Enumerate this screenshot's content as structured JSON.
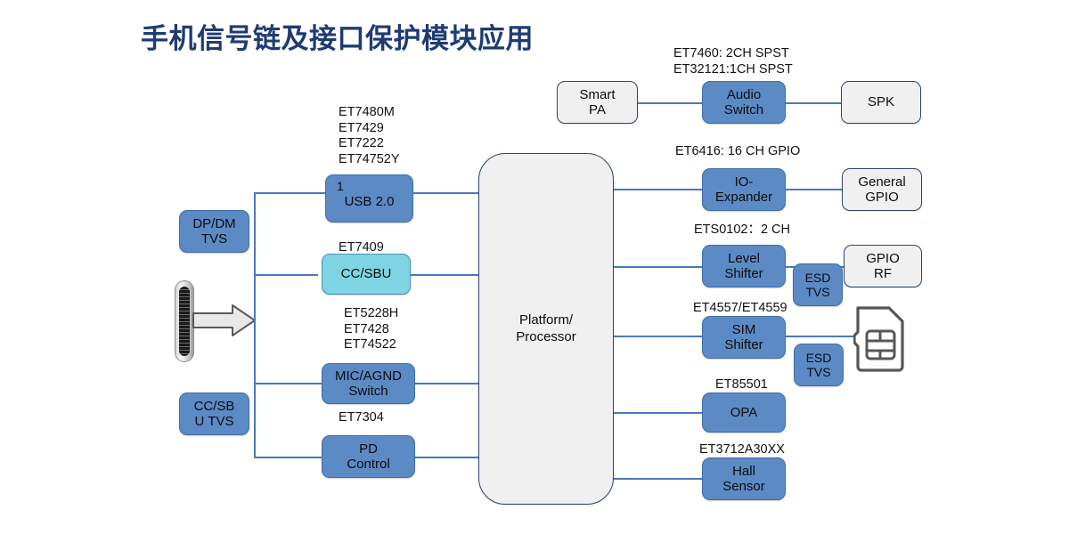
{
  "page": {
    "title": "手机信号链及接口保护模块应用",
    "title_color": "#1f3b73",
    "background": "#ffffff"
  },
  "palette": {
    "blue_fill": "#5b8ac5",
    "blue_border": "#3f6ea8",
    "cyan_fill": "#7ed4e3",
    "grey_fill": "#f0f0f0",
    "grey_border": "#2e4372",
    "wire": "#4a79bd",
    "text": "#0c0c0c"
  },
  "diagram": {
    "type": "block-diagram",
    "connector": {
      "name": "USB Type-C connector",
      "arrow": "right-arrow"
    },
    "processor": {
      "line1": "Platform/",
      "line2": "Processor"
    },
    "protection_nodes": [
      {
        "id": "dp-dm-tvs",
        "line1": "DP/DM",
        "line2": "TVS",
        "style": "blue"
      },
      {
        "id": "cc-sbu-tvs",
        "line1": "CC/SB",
        "line2": "U TVS",
        "style": "blue"
      }
    ],
    "left_branches": [
      {
        "id": "usb20",
        "caption": "ET7480M\nET7429\nET7222\nET74752Y",
        "line1": "1",
        "line2": "USB 2.0",
        "style": "blue"
      },
      {
        "id": "cc-sbu",
        "caption": "ET7409",
        "line1": "CC/SBU",
        "line2": "",
        "style": "cyan"
      },
      {
        "id": "mic-agnd-switch",
        "caption": "ET5228H\nET7428\nET74522",
        "line1": "MIC/AGND",
        "line2": "Switch",
        "style": "blue"
      },
      {
        "id": "pd-control",
        "caption": "ET7304",
        "line1": "PD",
        "line2": "Control",
        "style": "blue"
      }
    ],
    "audio_chain": {
      "caption": "ET7460: 2CH SPST\nET32121:1CH SPST",
      "source": {
        "line1": "Smart",
        "line2": "PA",
        "style": "grey"
      },
      "switch": {
        "line1": "Audio",
        "line2": "Switch",
        "style": "blue"
      },
      "sink": {
        "line1": "SPK",
        "line2": "",
        "style": "grey"
      }
    },
    "right_branches": [
      {
        "id": "io-expander",
        "caption": "ET6416: 16 CH GPIO",
        "line1": "IO-",
        "line2": "Expander",
        "style": "blue",
        "sink": {
          "line1": "General",
          "line2": "GPIO",
          "style": "grey"
        },
        "esd": null
      },
      {
        "id": "level-shifter",
        "caption": "ETS0102：2 CH",
        "line1": "Level",
        "line2": "Shifter",
        "style": "blue",
        "sink": {
          "line1": "GPIO",
          "line2": "RF",
          "style": "grey"
        },
        "esd": {
          "line1": "ESD",
          "line2": "TVS",
          "style": "blue"
        }
      },
      {
        "id": "sim-shifter",
        "caption": "ET4557/ET4559",
        "line1": "SIM",
        "line2": "Shifter",
        "style": "blue",
        "sink": {
          "icon": "sim-card-icon"
        },
        "esd": {
          "line1": "ESD",
          "line2": "TVS",
          "style": "blue"
        }
      },
      {
        "id": "opa",
        "caption": "ET85501",
        "line1": "OPA",
        "line2": "",
        "style": "blue",
        "sink": null,
        "esd": null
      },
      {
        "id": "hall-sensor",
        "caption": "ET3712A30XX",
        "line1": "Hall",
        "line2": "Sensor",
        "style": "blue",
        "sink": null,
        "esd": null
      }
    ]
  }
}
